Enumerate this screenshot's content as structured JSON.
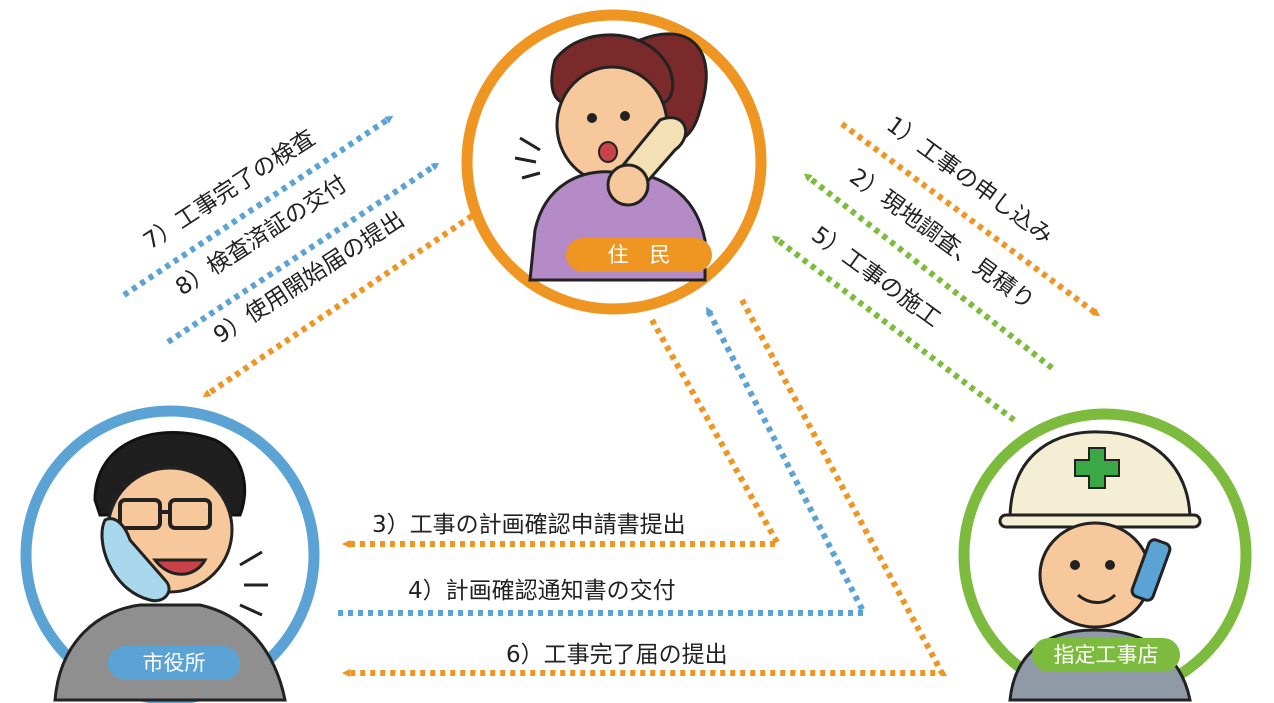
{
  "colors": {
    "resident": "#ef9521",
    "city": "#5ba3d5",
    "contractor": "#7dbb3e",
    "orange_flow": "#ef9521",
    "blue_flow": "#5ba3d5",
    "green_flow": "#7dbb3e"
  },
  "actors": {
    "resident": {
      "label": "住　民",
      "icon": "woman-on-phone-icon"
    },
    "city": {
      "label": "市役所",
      "icon": "official-on-phone-icon"
    },
    "contractor": {
      "label": "指定工事店",
      "icon": "worker-with-helmet-icon"
    }
  },
  "steps": {
    "s1": "1）工事の申し込み",
    "s2": "2）現地調査、見積り",
    "s3": "3）工事の計画確認申請書提出",
    "s4": "4）計画確認通知書の交付",
    "s5": "5）工事の施工",
    "s6": "6）工事完了届の提出",
    "s7": "7）工事完了の検査",
    "s8": "8）検査済証の交付",
    "s9": "9）使用開始届の提出"
  }
}
